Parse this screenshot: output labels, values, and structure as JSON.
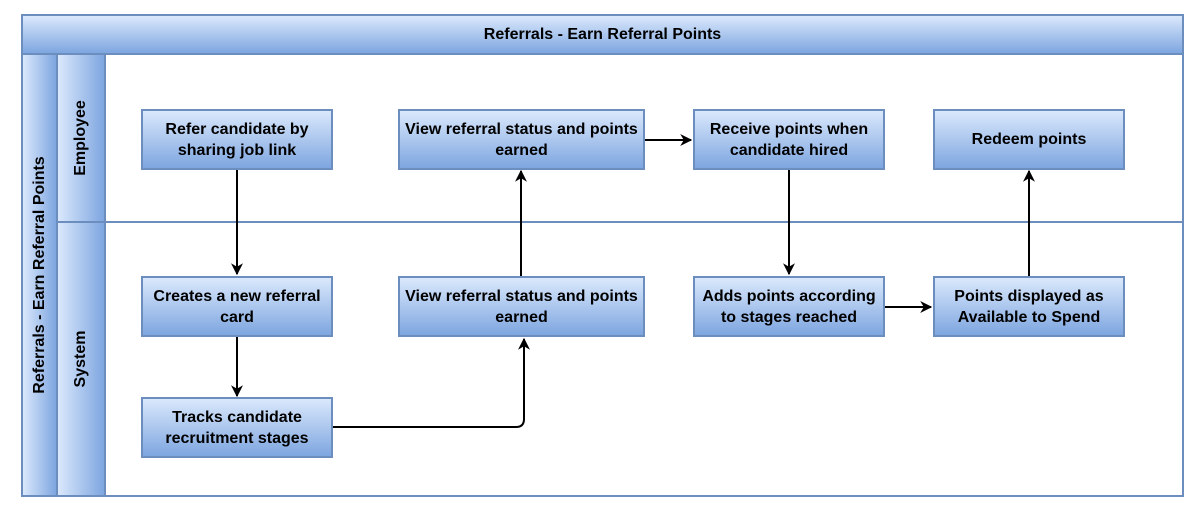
{
  "diagram": {
    "title": "Referrals - Earn Referral Points",
    "pool_label": "Referrals - Earn Referral Points",
    "lanes": {
      "employee": "Employee",
      "system": "System"
    },
    "nodes": {
      "refer_candidate": "Refer candidate by sharing job link",
      "view_status_employee": "View referral status and points earned",
      "receive_points": "Receive points when candidate hired",
      "redeem_points": "Redeem points",
      "create_card": "Creates a new referral card",
      "view_status_system": "View referral status and points earned",
      "add_points": "Adds points according to stages reached",
      "points_displayed": "Points displayed as Available to Spend",
      "track_stages": "Tracks candidate recruitment stages"
    },
    "edges": [
      {
        "from": "refer_candidate",
        "to": "create_card"
      },
      {
        "from": "create_card",
        "to": "track_stages"
      },
      {
        "from": "track_stages",
        "to": "view_status_system"
      },
      {
        "from": "view_status_system",
        "to": "view_status_employee"
      },
      {
        "from": "view_status_employee",
        "to": "receive_points"
      },
      {
        "from": "receive_points",
        "to": "add_points"
      },
      {
        "from": "add_points",
        "to": "points_displayed"
      },
      {
        "from": "points_displayed",
        "to": "redeem_points"
      }
    ],
    "colors": {
      "border": "#6c8ebf",
      "fill_top": "#dae8fc",
      "fill_bottom": "#7ea6e0",
      "arrow": "#000000"
    }
  }
}
